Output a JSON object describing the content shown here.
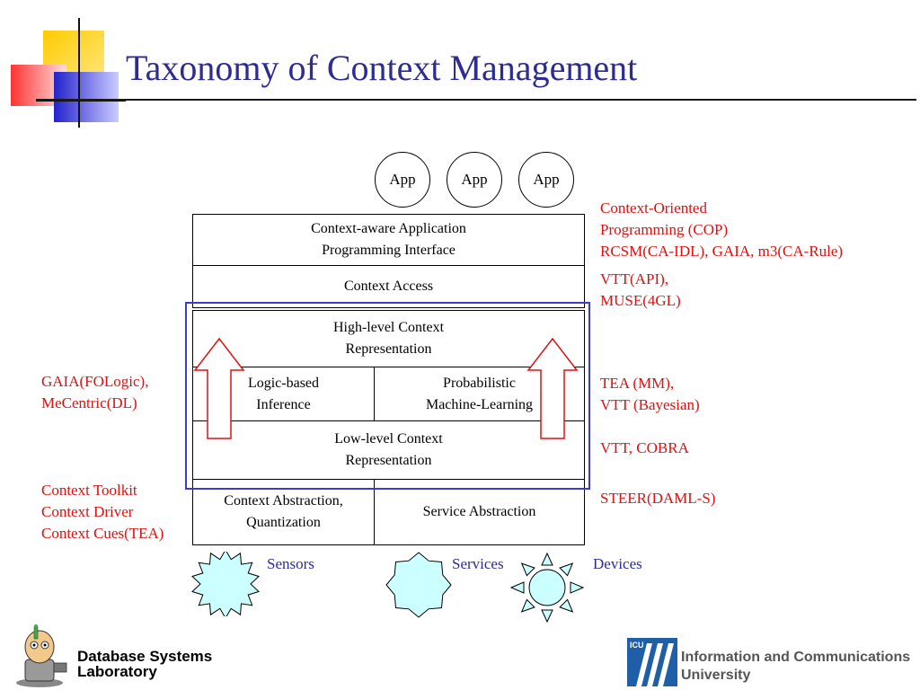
{
  "slide": {
    "title": "Taxonomy of Context Management"
  },
  "apps": [
    "App",
    "App",
    "App"
  ],
  "layers": {
    "api": {
      "line1": "Context-aware Application",
      "line2": "Programming Interface"
    },
    "access": {
      "label": "Context Access"
    },
    "high_level": {
      "line1": "High-level Context",
      "line2": "Representation"
    },
    "logic": {
      "line1": "Logic-based",
      "line2": "Inference"
    },
    "probabilistic": {
      "line1": "Probabilistic",
      "line2": "Machine-Learning"
    },
    "low_level": {
      "line1": "Low-level Context",
      "line2": "Representation"
    },
    "abstraction": {
      "line1": "Context Abstraction,",
      "line2": "Quantization"
    },
    "service_abstraction": {
      "label": "Service Abstraction"
    }
  },
  "annotations": {
    "right": {
      "cop": [
        "Context-Oriented",
        "Programming (COP)",
        "RCSM(CA-IDL), GAIA, m3(CA-Rule)"
      ],
      "vtt_api": [
        "VTT(API),",
        "MUSE(4GL)"
      ],
      "tea": [
        "TEA (MM),",
        "VTT (Bayesian)"
      ],
      "cobra": [
        "VTT, COBRA"
      ],
      "steer": [
        "STEER(DAML-S)"
      ]
    },
    "left": {
      "gaia": [
        "GAIA(FOLogic),",
        "MeCentric(DL)"
      ],
      "toolkit": [
        "Context Toolkit",
        "Context Driver",
        "Context Cues(TEA)"
      ]
    }
  },
  "bottom_labels": {
    "sensors": "Sensors",
    "services": "Services",
    "devices": "Devices"
  },
  "footer": {
    "lab_line1": "Database Systems",
    "lab_line2": "Laboratory",
    "icu_badge": "ICU",
    "univ_line1": "Information and Communications",
    "univ_line2": "University"
  },
  "colors": {
    "title": "#2d2d8f",
    "annotation": "#e01010",
    "frame": "#3b3bcc",
    "shape_fill": "#ccffff"
  }
}
